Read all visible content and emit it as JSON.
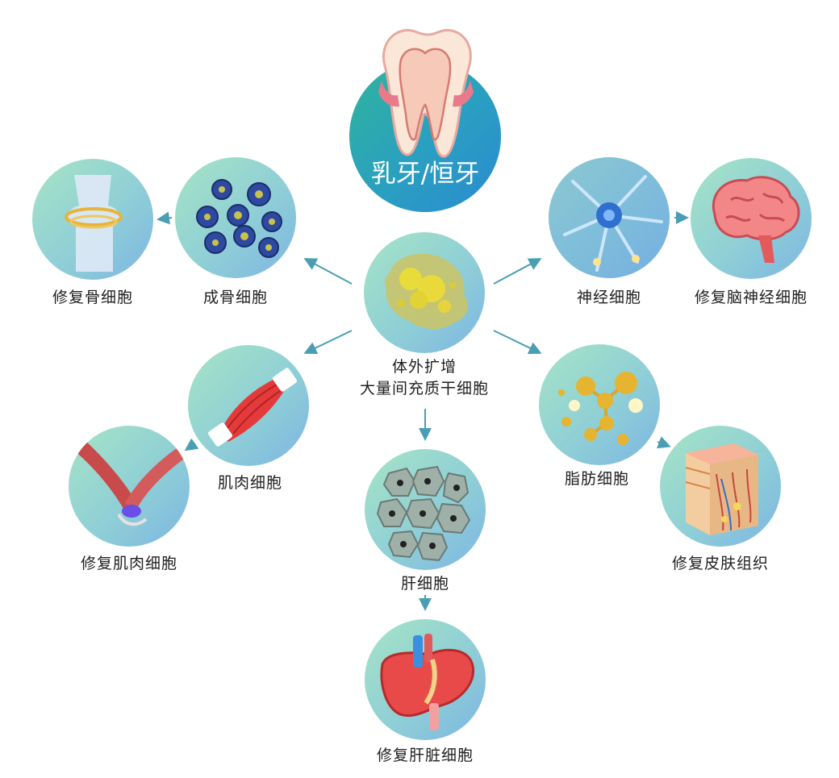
{
  "hub": {
    "title": "乳牙/恒牙"
  },
  "center": {
    "line1": "体外扩增",
    "line2": "大量间充质干细胞"
  },
  "nodes": {
    "osteoblast": "成骨细胞",
    "repair_bone": "修复骨细胞",
    "neuron": "神经细胞",
    "repair_brain": "修复脑神经细胞",
    "muscle": "肌肉细胞",
    "repair_muscle": "修复肌肉细胞",
    "liver": "肝细胞",
    "repair_liver": "修复肝脏细胞",
    "fat": "脂肪细胞",
    "repair_skin": "修复皮肤组织"
  },
  "colors": {
    "arrow": "#4a9eb3",
    "circle_start": "#a6e4c5",
    "circle_end": "#7db6e3",
    "hub_start": "#2fb59a",
    "hub_end": "#2a8bd0"
  }
}
